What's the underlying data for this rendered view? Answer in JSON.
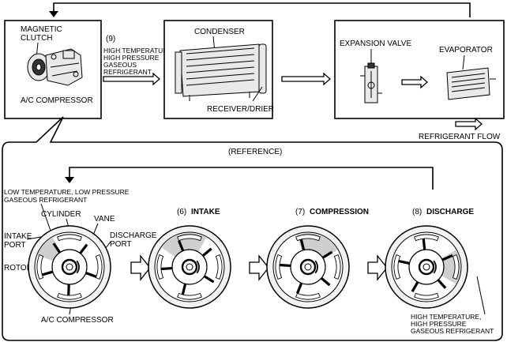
{
  "top": {
    "magnetic_clutch_1": "MAGNETIC",
    "magnetic_clutch_2": "CLUTCH",
    "ac_compressor": "A/C COMPRESSOR",
    "step9": "(9)",
    "hthp_1": "HIGH TEMPERATURE,",
    "hthp_2": "HIGH PRESSURE",
    "hthp_3": "GASEOUS",
    "hthp_4": "REFRIGERANT",
    "condenser": "CONDENSER",
    "receiver_drier": "RECEIVER/DRIER",
    "expansion_valve": "EXPANSION VALVE",
    "evaporator": "EVAPORATOR",
    "refrigerant_flow": "REFRIGERANT FLOW"
  },
  "reference": {
    "title": "(REFERENCE)",
    "lt_1": "LOW TEMPERATURE, LOW PRESSURE",
    "lt_2": "GASEOUS REFRIGERANT",
    "cylinder": "CYLINDER",
    "vane": "VANE",
    "intake_port_1": "INTAKE",
    "intake_port_2": "PORT",
    "discharge_port_1": "DISCHARGE",
    "discharge_port_2": "PORT",
    "rotor": "ROTOR",
    "ac_compressor": "A/C COMPRESSOR",
    "step6_num": "(6)",
    "step6_label": "INTAKE",
    "step7_num": "(7)",
    "step7_label": "COMPRESSION",
    "step8_num": "(8)",
    "step8_label": "DISCHARGE",
    "ht_1": "HIGH TEMPERATURE,",
    "ht_2": "HIGH PRESSURE",
    "ht_3": "GASEOUS REFRIGERANT"
  },
  "colors": {
    "stroke": "#000000",
    "refrigerant_fill": "#cfcfcf",
    "highlight": "#e3e3e3"
  }
}
